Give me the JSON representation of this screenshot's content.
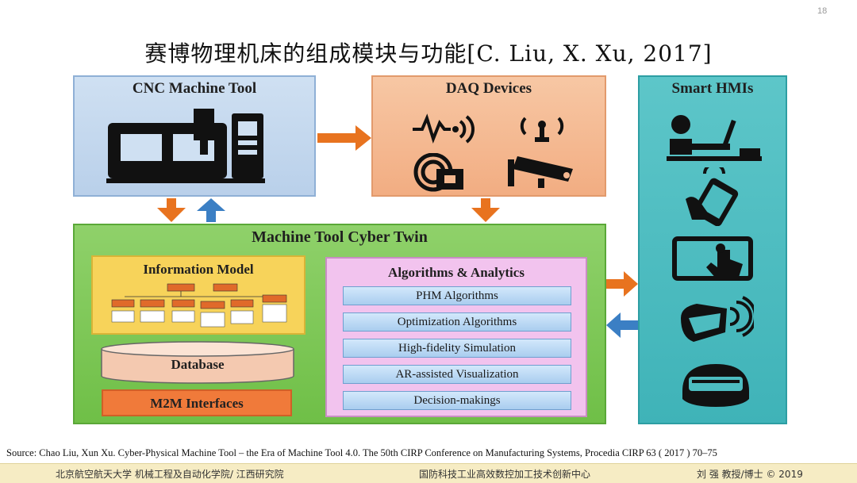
{
  "slide": {
    "number": "18",
    "title": "赛博物理机床的组成模块与功能[C. Liu, X. Xu, 2017]"
  },
  "panels": {
    "cnc_title": "CNC Machine Tool",
    "daq_title": "DAQ Devices",
    "hmi_title": "Smart HMIs",
    "twin_title": "Machine Tool Cyber Twin",
    "info_title": "Information Model",
    "database_label": "Database",
    "m2m_label": "M2M Interfaces",
    "algo_title": "Algorithms  & Analytics",
    "algo_items": [
      "PHM Algorithms",
      "Optimization Algorithms",
      "High-fidelity  Simulation",
      "AR-assisted Visualization",
      "Decision-makings"
    ]
  },
  "source": "Source: Chao Liu, Xun Xu. Cyber-Physical Machine Tool – the Era of Machine Tool 4.0. The 50th CIRP Conference on Manufacturing Systems, Procedia CIRP 63 ( 2017 ) 70–75",
  "footer": {
    "left": "北京航空航天大学 机械工程及自动化学院/ 江西研究院",
    "center": "国防科技工业高效数控加工技术创新中心",
    "right": "刘  强 教授/博士  © 2019"
  },
  "colors": {
    "cnc": "#c4d8ee",
    "daq": "#f4b890",
    "hmi": "#4dbcc0",
    "twin": "#7cc755",
    "info": "#f7d35a",
    "algo": "#f2c3ee",
    "m2m": "#f07a3a",
    "arrow_orange": "#e8731f",
    "arrow_blue": "#3b7fc4"
  },
  "icons": [
    "cnc-machine-icon",
    "sensor-wave-icon",
    "antenna-icon",
    "rfid-icon",
    "camera-icon",
    "person-desk-icon",
    "phone-hand-icon",
    "touchscreen-icon",
    "ar-glasses-icon",
    "vr-headset-icon"
  ]
}
